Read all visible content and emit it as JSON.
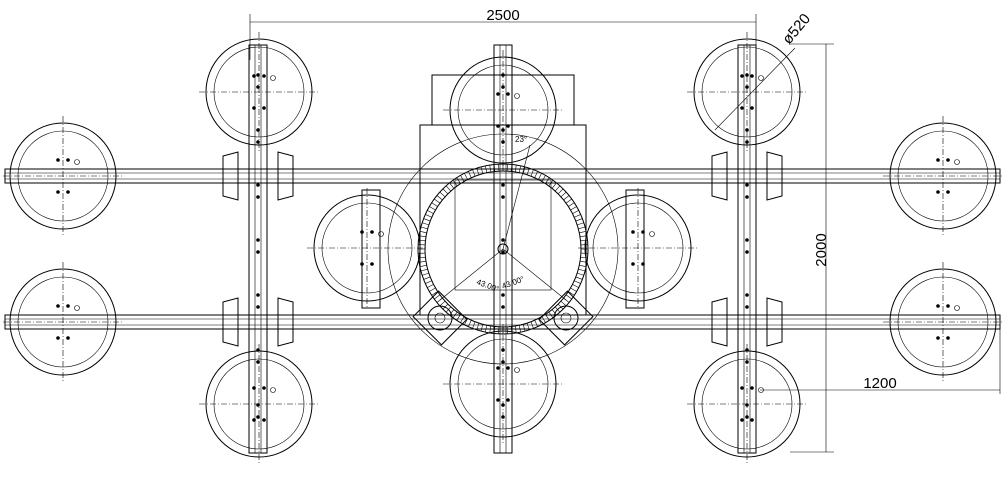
{
  "dimensions": {
    "overall_width": "2500",
    "height": "2000",
    "offset": "1200",
    "cup_diameter": "ø520"
  },
  "angles": {
    "top": "23°",
    "left": "43.00°",
    "right": "43.00°"
  }
}
